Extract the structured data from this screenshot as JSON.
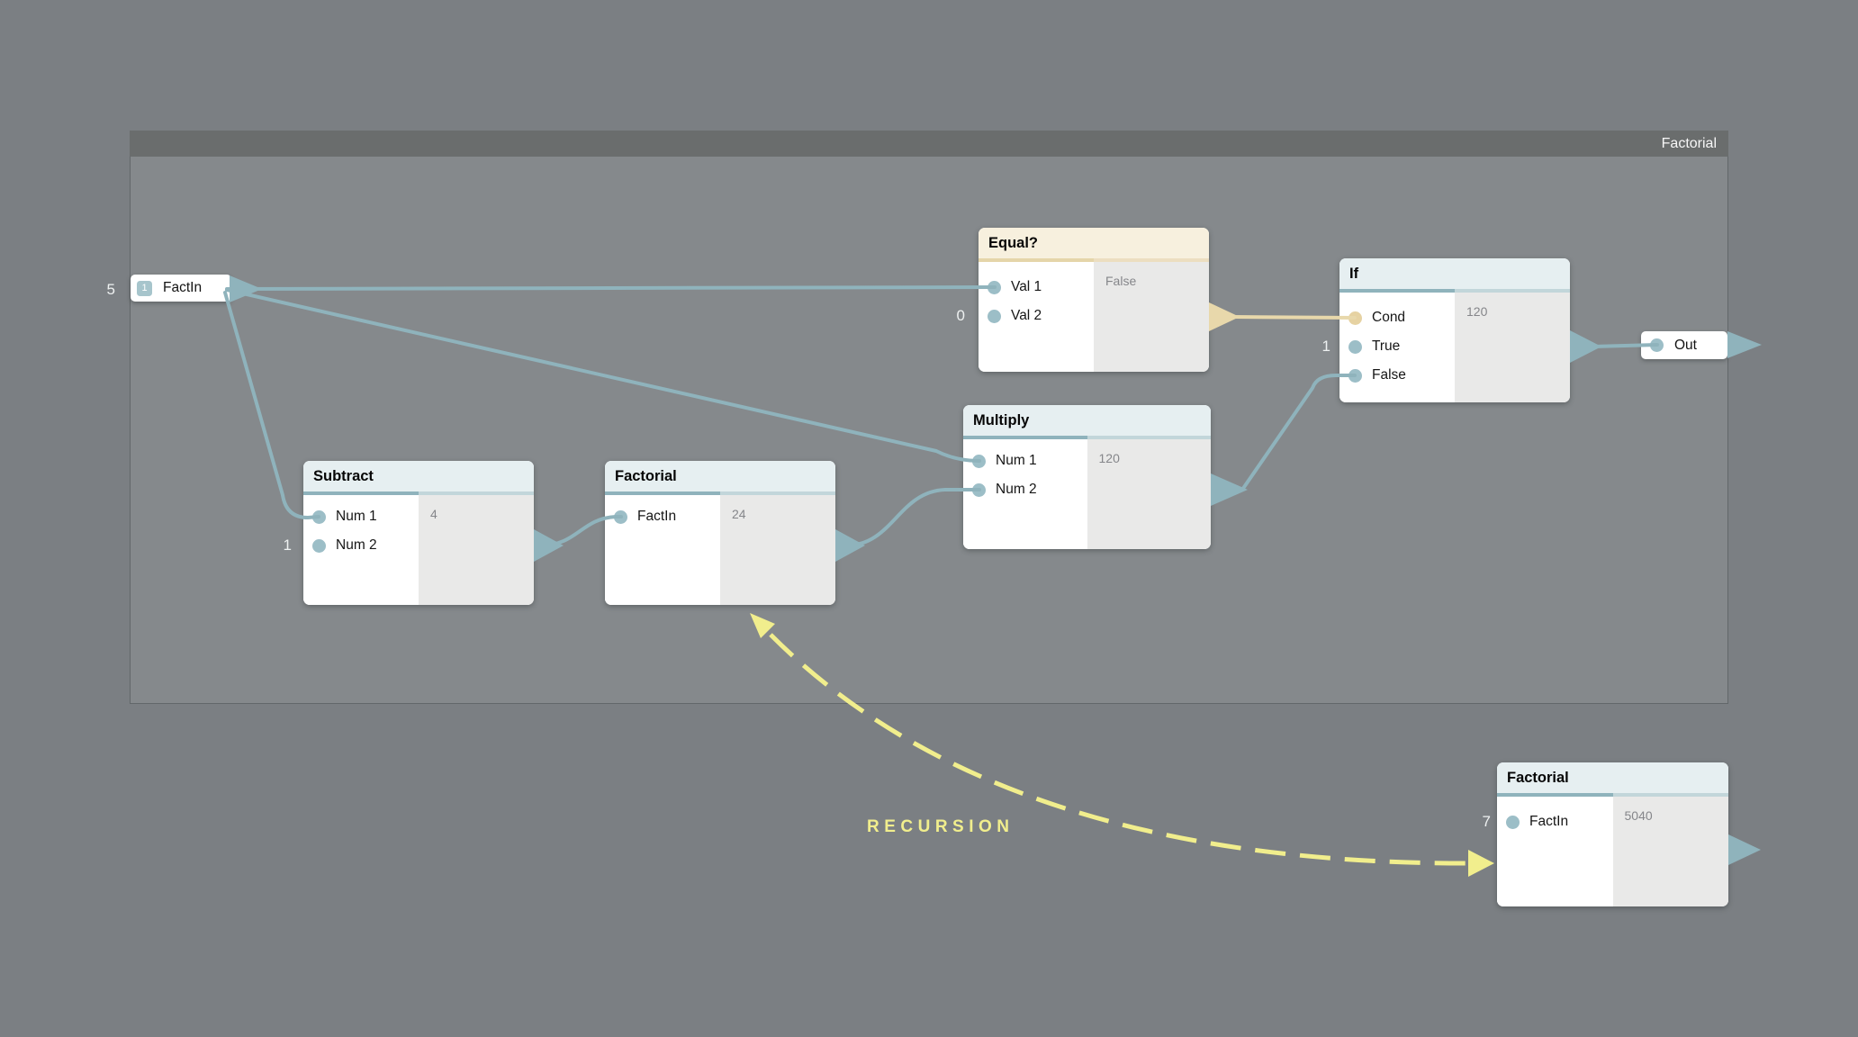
{
  "colors": {
    "edge_blue": "#8fb3bc",
    "edge_tan": "#e8d8ab",
    "accent_yellow": "#f1ee8d",
    "header_blue": "#e6eff1",
    "header_cream": "#f7f0de",
    "bar_blue": "#8fb3bc",
    "bar_cream": "#e5d5a9",
    "dot_blue": "#9cbec7",
    "dot_tan": "#e6d2a2",
    "group_header": "#6a6d6d",
    "group_body": "#85898c",
    "canvas_bg": "#7b7f83"
  },
  "group": {
    "title": "Factorial"
  },
  "annotation": {
    "recursion_label": "RECURSION"
  },
  "nodes": {
    "factin": {
      "badge": "1",
      "label": "FactIn",
      "external_value": "5"
    },
    "equal": {
      "title": "Equal?",
      "ports": [
        "Val 1",
        "Val 2"
      ],
      "value": "False",
      "external_value": "0"
    },
    "if": {
      "title": "If",
      "ports": [
        "Cond",
        "True",
        "False"
      ],
      "value": "120",
      "external_value": "1"
    },
    "subtract": {
      "title": "Subtract",
      "ports": [
        "Num 1",
        "Num 2"
      ],
      "value": "4",
      "external_value": "1"
    },
    "factorial_inner": {
      "title": "Factorial",
      "ports": [
        "FactIn"
      ],
      "value": "24"
    },
    "multiply": {
      "title": "Multiply",
      "ports": [
        "Num 1",
        "Num 2"
      ],
      "value": "120"
    },
    "out": {
      "label": "Out"
    },
    "factorial_recursive": {
      "title": "Factorial",
      "ports": [
        "FactIn"
      ],
      "value": "5040",
      "external_value": "7"
    }
  }
}
